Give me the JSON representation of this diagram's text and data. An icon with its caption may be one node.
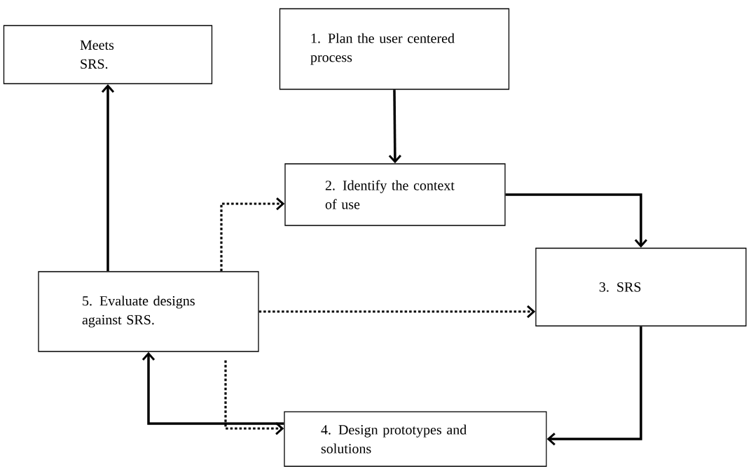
{
  "diagram": {
    "nodes": [
      {
        "text": [
          "1. Plan the user centered process"
        ]
      },
      {
        "text": [
          "Meets SRS."
        ]
      },
      {
        "text": [
          "2. Identify the context of use"
        ]
      },
      {
        "text": [
          "3. SRS"
        ]
      },
      {
        "text": [
          "5. Evaluate designs against SRS."
        ]
      },
      {
        "text": [
          "4. Design prototypes and solutions"
        ]
      }
    ],
    "edges": [
      {
        "from": 0,
        "to": 2,
        "arrow": "to"
      },
      {
        "from": 2,
        "to": 3,
        "arrow": "to"
      },
      {
        "from": 3,
        "to": 5,
        "arrow": "to"
      },
      {
        "from": 5,
        "to": 4,
        "arrow": "to"
      },
      {
        "from": 4,
        "to": 1,
        "arrow": "to"
      },
      {
        "from": 4,
        "to": 2,
        "arrow": "to",
        "style": "dashed"
      },
      {
        "from": 4,
        "to": 3,
        "arrow": "to",
        "style": "dashed"
      },
      {
        "from": 4,
        "to": 5,
        "arrow": "to",
        "style": "dashed"
      }
    ]
  }
}
